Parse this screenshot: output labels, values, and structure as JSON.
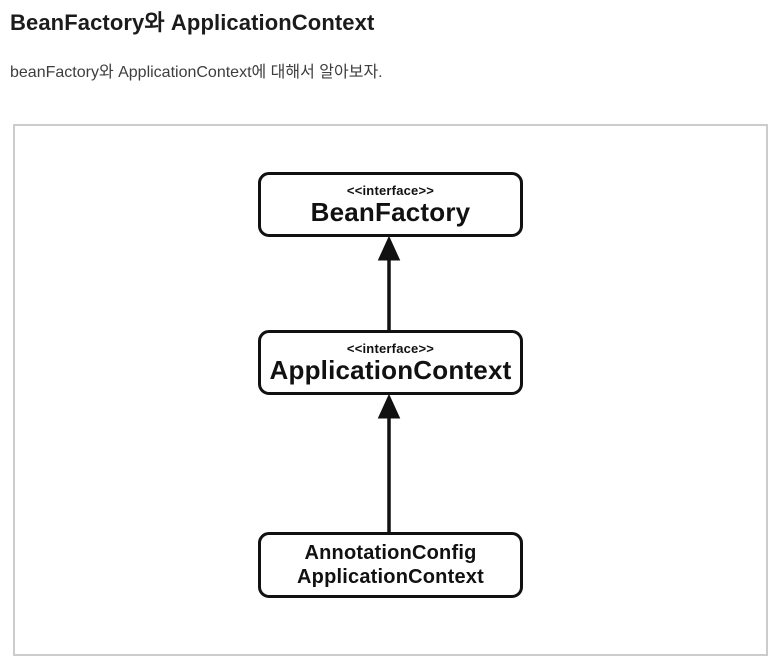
{
  "header": {
    "title": "BeanFactory와 ApplicationContext",
    "subtitle": "beanFactory와 ApplicationContext에 대해서 알아보자."
  },
  "diagram": {
    "type": "uml-class-inheritance",
    "nodes": [
      {
        "id": "beanfactory",
        "stereotype": "<<interface>>",
        "name": "BeanFactory"
      },
      {
        "id": "applicationcontext",
        "stereotype": "<<interface>>",
        "name": "ApplicationContext"
      },
      {
        "id": "annotationconfig-applicationcontext",
        "name_line1": "AnnotationConfig",
        "name_line2": "ApplicationContext"
      }
    ],
    "edges": [
      {
        "from": "ApplicationContext",
        "to": "BeanFactory",
        "type": "inheritance-up-arrow"
      },
      {
        "from": "AnnotationConfigApplicationContext",
        "to": "ApplicationContext",
        "type": "inheritance-up-arrow"
      }
    ],
    "colors": {
      "title_text": "#1b1b1b",
      "subtitle_text": "#3e3e3e",
      "panel_border": "#cccccc",
      "node_border": "#111111",
      "node_text": "#111111",
      "arrow": "#111111",
      "background": "#ffffff"
    }
  }
}
